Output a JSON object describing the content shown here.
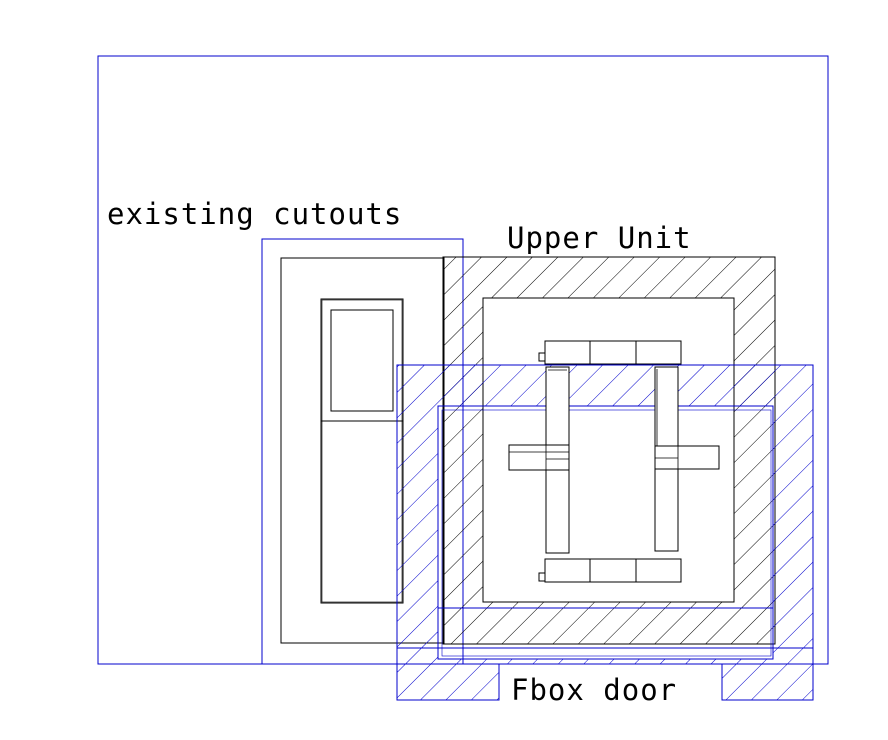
{
  "labels": {
    "existing_cutouts": "existing cutouts",
    "upper_unit": "Upper Unit",
    "fbox_door": "Fbox door"
  },
  "colors": {
    "background": "#ffffff",
    "black_layer": "#000000",
    "blue_layer": "#0000cc"
  }
}
